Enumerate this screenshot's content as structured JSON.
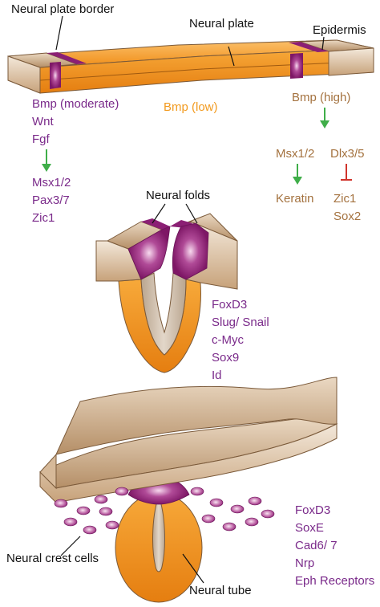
{
  "labels": {
    "neural_plate_border": "Neural plate border",
    "neural_plate": "Neural plate",
    "epidermis": "Epidermis",
    "neural_folds": "Neural folds",
    "neural_crest_cells": "Neural crest cells",
    "neural_tube": "Neural tube"
  },
  "border_signals": [
    "Bmp (moderate)",
    "Wnt",
    "Fgf"
  ],
  "border_targets": [
    "Msx1/2",
    "Pax3/7",
    "Zic1"
  ],
  "plate_signal": "Bmp (low)",
  "epidermis_signal": "Bmp (high)",
  "epidermis_factors": {
    "left": "Msx1/2",
    "right": "Dlx3/5",
    "activated": "Keratin",
    "repressed": [
      "Zic1",
      "Sox2"
    ]
  },
  "fold_markers": [
    "FoxD3",
    "Slug/ Snail",
    "c-Myc",
    "Sox9",
    "Id"
  ],
  "crest_markers": [
    "FoxD3",
    "SoxE",
    "Cad6/ 7",
    "Nrp",
    "Eph Receptors"
  ],
  "colors": {
    "orange": "#f29a1e",
    "purple": "#8b1f74",
    "tan": "#c9a27a",
    "text_purple": "#7a2a8a",
    "text_brown": "#a4723f",
    "arrow_green": "#3fae49",
    "repress_red": "#d0342c"
  }
}
